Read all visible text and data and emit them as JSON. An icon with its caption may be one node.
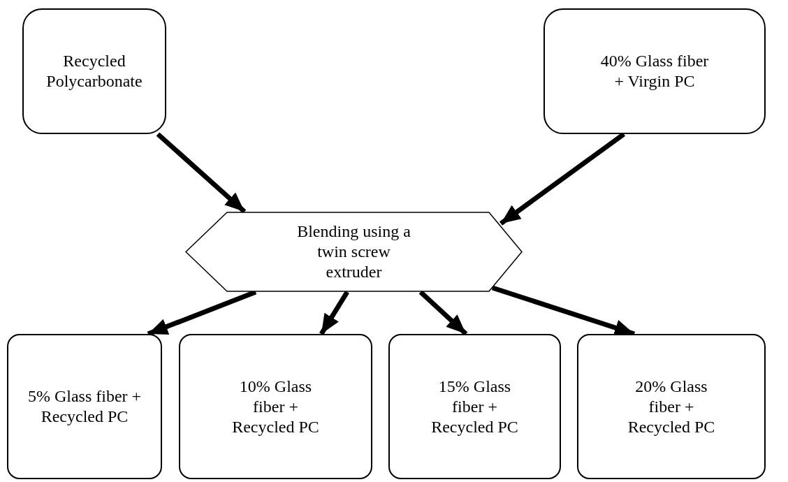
{
  "diagram": {
    "nodes": [
      {
        "text": [
          "Recycled Polycarbonate"
        ]
      },
      {
        "text": [
          "40% Glass fiber + Virgin PC"
        ]
      },
      {
        "text": [
          "Blending using a twin screw extruder"
        ]
      },
      {
        "text": [
          "5% Glass fiber + Recycled PC"
        ]
      },
      {
        "text": [
          "10% Glass fiber + Recycled PC"
        ]
      },
      {
        "text": [
          "15% Glass fiber + Recycled PC"
        ]
      },
      {
        "text": [
          "20% Glass fiber + Recycled PC"
        ]
      }
    ],
    "edges": [
      {
        "from": 0,
        "to": 2,
        "arrow": "to"
      },
      {
        "from": 1,
        "to": 2,
        "arrow": "to"
      },
      {
        "from": 2,
        "to": 3,
        "arrow": "to"
      },
      {
        "from": 2,
        "to": 4,
        "arrow": "to"
      },
      {
        "from": 2,
        "to": 5,
        "arrow": "to"
      },
      {
        "from": 2,
        "to": 6,
        "arrow": "to"
      }
    ]
  }
}
